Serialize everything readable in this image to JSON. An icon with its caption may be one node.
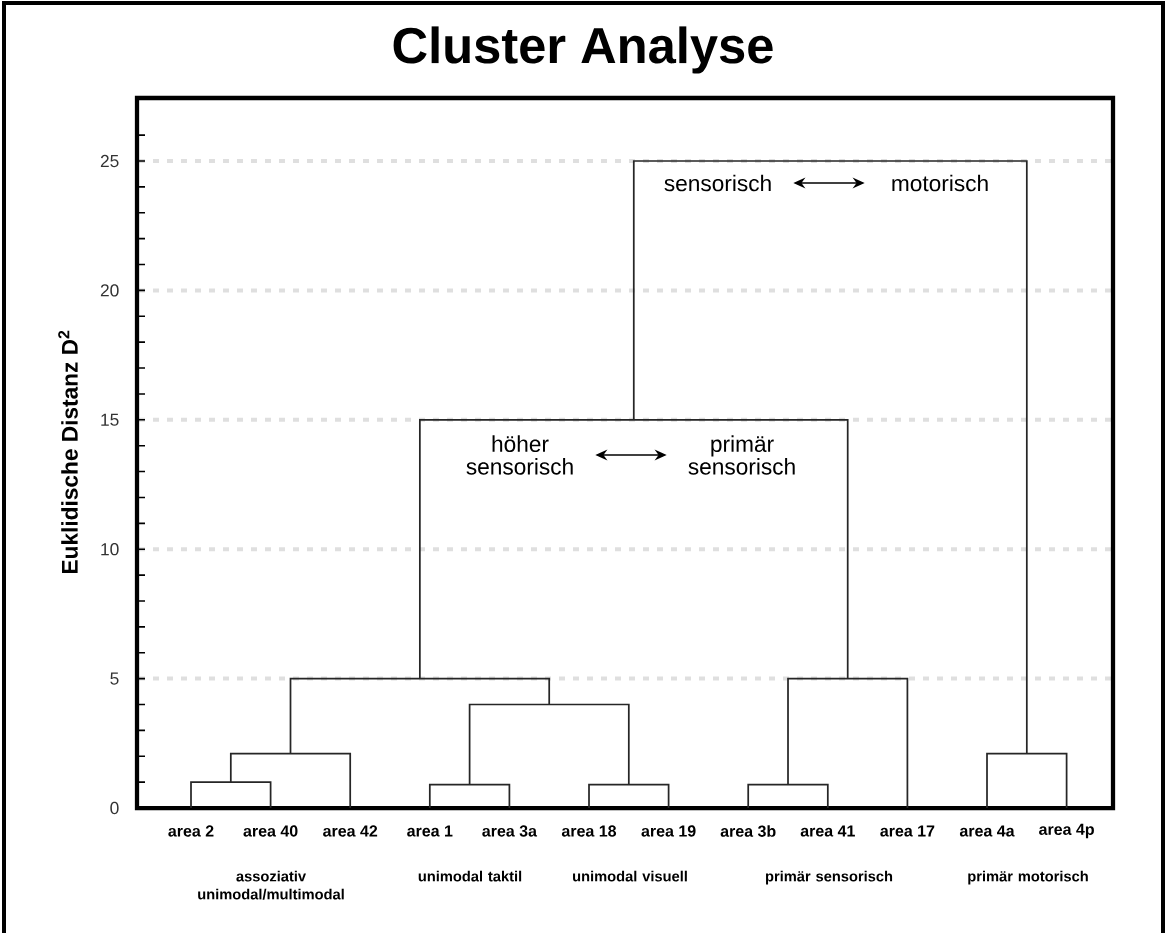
{
  "diagram": {
    "title": "Cluster Analyse",
    "nodes": [
      {
        "text": [
          "sensorisch"
        ]
      },
      {
        "text": [
          "motorisch"
        ]
      },
      {
        "text": [
          "höher sensorisch"
        ]
      },
      {
        "text": [
          "primär sensorisch"
        ]
      }
    ],
    "edges": [
      {
        "from": 0,
        "to": 1,
        "arrow": "both"
      },
      {
        "from": 2,
        "to": 3,
        "arrow": "both"
      }
    ],
    "labels": [
      "Euklidische Distanz D$^{2}$",
      "25",
      "20",
      "15",
      "10",
      "5",
      "0",
      "area 2",
      "area 40",
      "area 42",
      "area 1",
      "area 3a",
      "area 18",
      "area 19",
      "area 3b",
      "area 41",
      "area 17",
      "area 4a",
      "area 4p",
      "assoziativ unimodal/multimodal",
      "unimodal taktil",
      "unimodal visuell",
      "primär sensorisch",
      "primär motorisch"
    ]
  }
}
